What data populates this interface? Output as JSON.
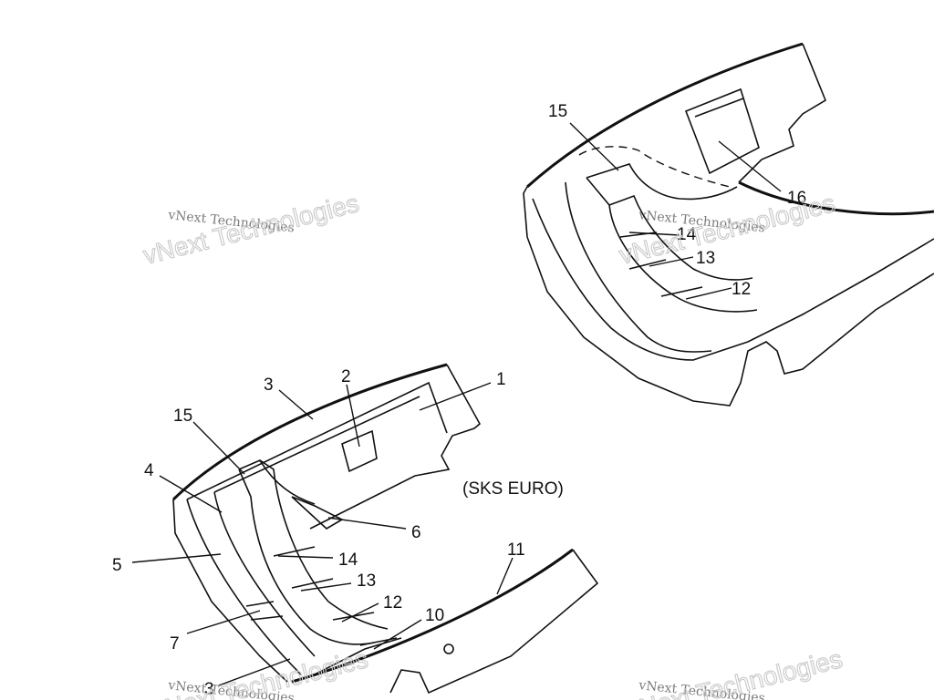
{
  "diagram": {
    "variant_label": "(SKS EURO)",
    "callouts_lower": [
      "1",
      "2",
      "3",
      "15",
      "4",
      "5",
      "6",
      "14",
      "13",
      "12",
      "7",
      "10",
      "11",
      "3"
    ],
    "callouts_upper": [
      "15",
      "16",
      "14",
      "13",
      "12"
    ]
  },
  "watermarks": [
    {
      "line1": "vNext Technologies",
      "line2": "vNext Technologies"
    },
    {
      "line1": "vNext Technologies",
      "line2": "vNext Technologies"
    },
    {
      "line1": "vNext Technologies",
      "line2": "vNext Technologies"
    },
    {
      "line1": "vNext Technologies",
      "line2": "vNext Technologies"
    }
  ]
}
